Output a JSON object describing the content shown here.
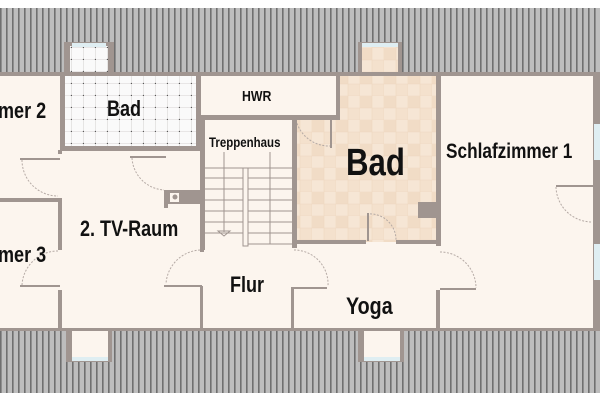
{
  "floorplan": {
    "colors": {
      "roof": "#b9b9b9",
      "roof_stripe": "#7d7d7d",
      "wall": "#a09590",
      "floor": "#fcf5ee",
      "tile_white": "#fbfbfb",
      "tile_beige": "#f2dcc6",
      "window": "#dfeef2"
    },
    "rooms": [
      {
        "id": "schlafzimmer-2",
        "label": "mer 2"
      },
      {
        "id": "bad-small",
        "label": "Bad"
      },
      {
        "id": "hwr",
        "label": "HWR"
      },
      {
        "id": "treppenhaus",
        "label": "Treppenhaus"
      },
      {
        "id": "bad-large",
        "label": "Bad"
      },
      {
        "id": "schlafzimmer-1",
        "label": "Schlafzimmer 1"
      },
      {
        "id": "schlafzimmer-3",
        "label": "mer 3"
      },
      {
        "id": "tv-raum",
        "label": "2. TV-Raum"
      },
      {
        "id": "flur",
        "label": "Flur"
      },
      {
        "id": "yoga",
        "label": "Yoga"
      }
    ]
  }
}
